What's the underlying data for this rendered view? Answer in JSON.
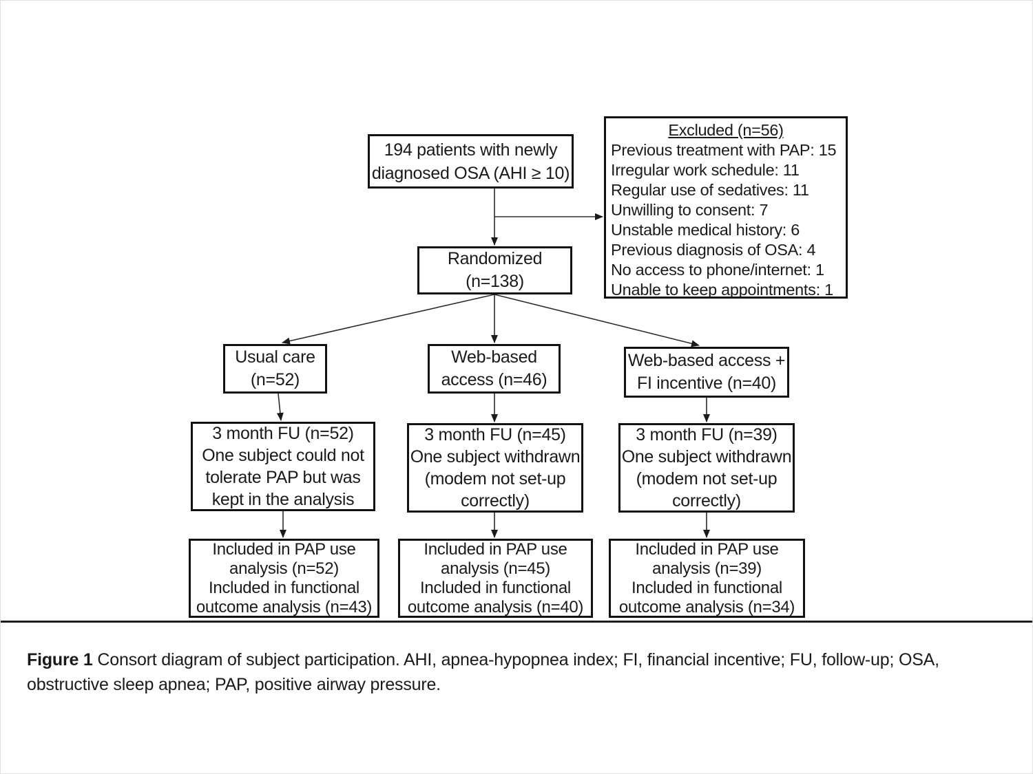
{
  "page": {
    "caption_label": "Figure 1",
    "caption_line1": "Consort diagram of subject participation. AHI, apnea-hypopnea index; FI, financial incentive; FU, follow-up; OSA,",
    "caption_line2": "obstructive sleep apnea; PAP, positive airway pressure."
  },
  "diagram": {
    "type": "consort-flowchart",
    "colors": {
      "box_border": "#111111",
      "connector_line": "#2b2b2b",
      "text": "#1a1a1a",
      "background": "#ffffff"
    },
    "boxes": {
      "enrollment": "194 patients with newly\ndiagnosed OSA (AHI ≥ 10)",
      "randomized": "Randomized\n(n=138)",
      "arm_usual_care": "Usual care\n(n=52)",
      "arm_web": "Web-based\naccess (n=46)",
      "arm_web_fi": "Web-based access +\nFI incentive (n=40)",
      "fu_usual_care": "3 month FU (n=52)\nOne subject could not\ntolerate PAP but was\nkept in the analysis",
      "fu_web": "3 month FU (n=45)\nOne subject withdrawn\n(modem not set-up\ncorrectly)",
      "fu_web_fi": "3 month FU (n=39)\nOne subject withdrawn\n(modem not set-up\ncorrectly)",
      "analysis_usual_care": "Included in PAP use\nanalysis (n=52)\nIncluded in functional\noutcome analysis (n=43)",
      "analysis_web": "Included in PAP use\nanalysis (n=45)\nIncluded in functional\noutcome analysis (n=40)",
      "analysis_web_fi": "Included in PAP use\nanalysis (n=39)\nIncluded in functional\noutcome analysis (n=34)"
    },
    "excluded": {
      "title": "Excluded (n=56)",
      "items": [
        "Previous treatment with PAP: 15",
        "Irregular work schedule: 11",
        "Regular use of sedatives: 11",
        "Unwilling to consent: 7",
        "Unstable medical history: 6",
        "Previous diagnosis of OSA: 4",
        "No access to phone/internet: 1",
        "Unable to keep appointments: 1"
      ]
    }
  }
}
